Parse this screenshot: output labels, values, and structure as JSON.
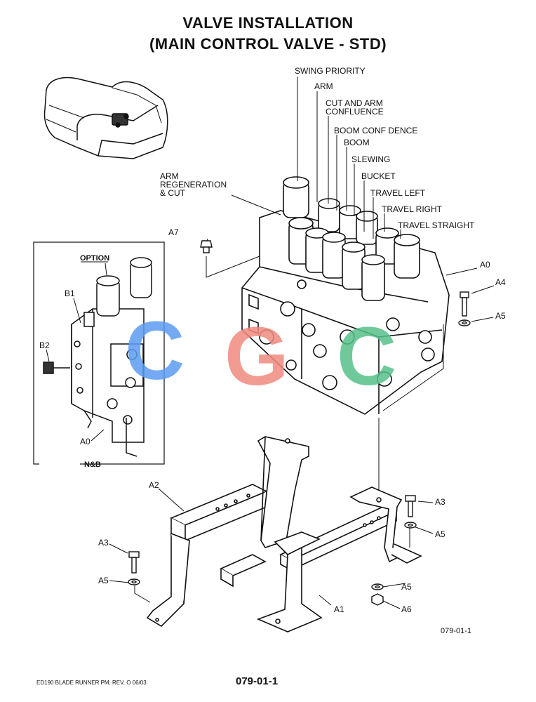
{
  "title_line1": "VALVE INSTALLATION",
  "title_line2": "(MAIN CONTROL VALVE - STD)",
  "callouts": {
    "swing_priority": "SWING PRIORITY",
    "arm": "ARM",
    "cut_arm_conf_1": "CUT AND ARM",
    "cut_arm_conf_2": "CONFLUENCE",
    "boom_conf": "BOOM CONF DENCE",
    "boom": "BOOM",
    "slewing": "SLEWING",
    "bucket": "BUCKET",
    "travel_left": "TRAVEL LEFT",
    "travel_right": "TRAVEL RIGHT",
    "travel_straight": "TRAVEL STRAIGHT",
    "arm_regen_1": "ARM",
    "arm_regen_2": "REGENERATION",
    "arm_regen_3": "& CUT"
  },
  "parts": {
    "a7": "A7",
    "a0_main": "A0",
    "a4": "A4",
    "a5_right": "A5",
    "a2": "A2",
    "a3_right": "A3",
    "a5_right_lower": "A5",
    "a3_left": "A3",
    "a5_left": "A5",
    "a5_bottom": "A5",
    "a6": "A6",
    "a1": "A1"
  },
  "inset": {
    "option": "OPTION",
    "b1": "B1",
    "b2": "B2",
    "a0": "A0",
    "caption": "N&B"
  },
  "watermark": {
    "letters": [
      "C",
      "G",
      "C"
    ],
    "colors": [
      "#5b9cf2",
      "#f08a80",
      "#56c08a"
    ]
  },
  "figure_ref": "079-01-1",
  "footer_left": "ED190 BLADE RUNNER PM, REV. O 06/03",
  "footer_center": "079-01-1"
}
